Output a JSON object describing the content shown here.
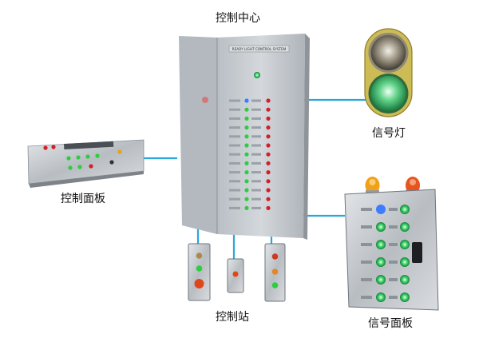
{
  "labels": {
    "control_center": "控制中心",
    "signal_light": "信号灯",
    "control_panel": "控制面板",
    "control_station": "控制站",
    "signal_panel": "信号面板"
  },
  "cabinet_plate_text": "READY LIGHT CONTROL SYSTEM",
  "colors": {
    "connector": "#2aa7d8",
    "led_green": "#2ecc40",
    "led_red": "#d0202a",
    "led_blue": "#3c7cff",
    "steel": "#c9ced3"
  }
}
